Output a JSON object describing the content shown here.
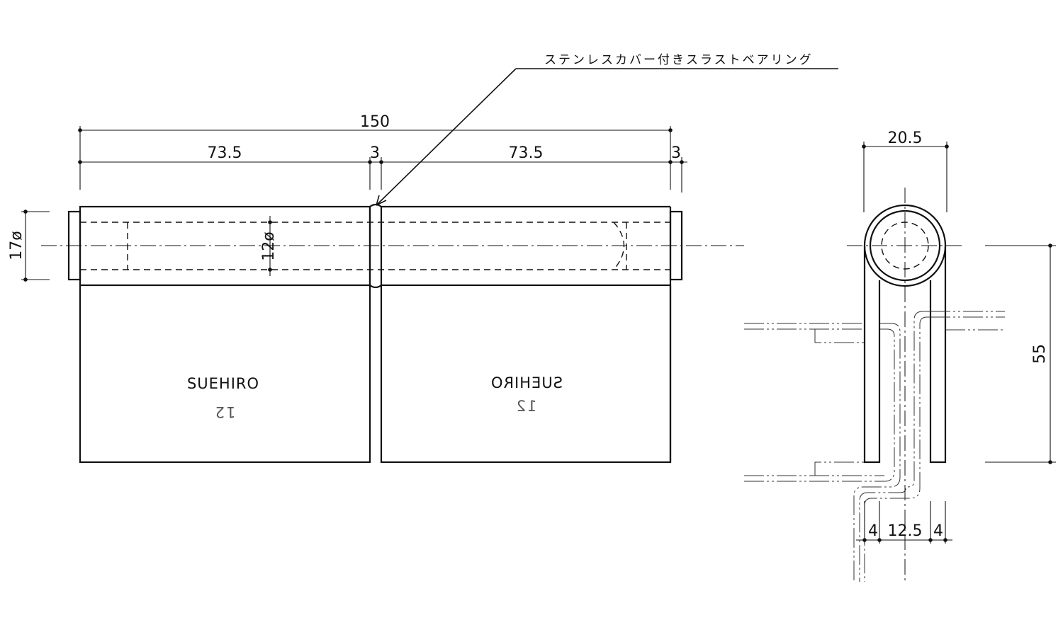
{
  "callout": {
    "text": "ステンレスカバー付きスラストベアリング"
  },
  "front_view": {
    "dims": {
      "overall_length": "150",
      "leaf_left": "73.5",
      "gap": "3",
      "leaf_right": "73.5",
      "pin_end": "3",
      "outer_diameter": "17ø",
      "inner_diameter": "12ø"
    },
    "leaf_left_marking": {
      "brand": "SUEHIRO",
      "size": "12"
    },
    "leaf_right_marking": {
      "brand": "SUEHIRO",
      "size": "12"
    }
  },
  "side_view": {
    "dims": {
      "width": "20.5",
      "height": "55",
      "leaf_thickness_left": "4",
      "leaf_gap": "12.5",
      "leaf_thickness_right": "4"
    }
  },
  "colors": {
    "line": "#111111",
    "background": "#ffffff"
  }
}
